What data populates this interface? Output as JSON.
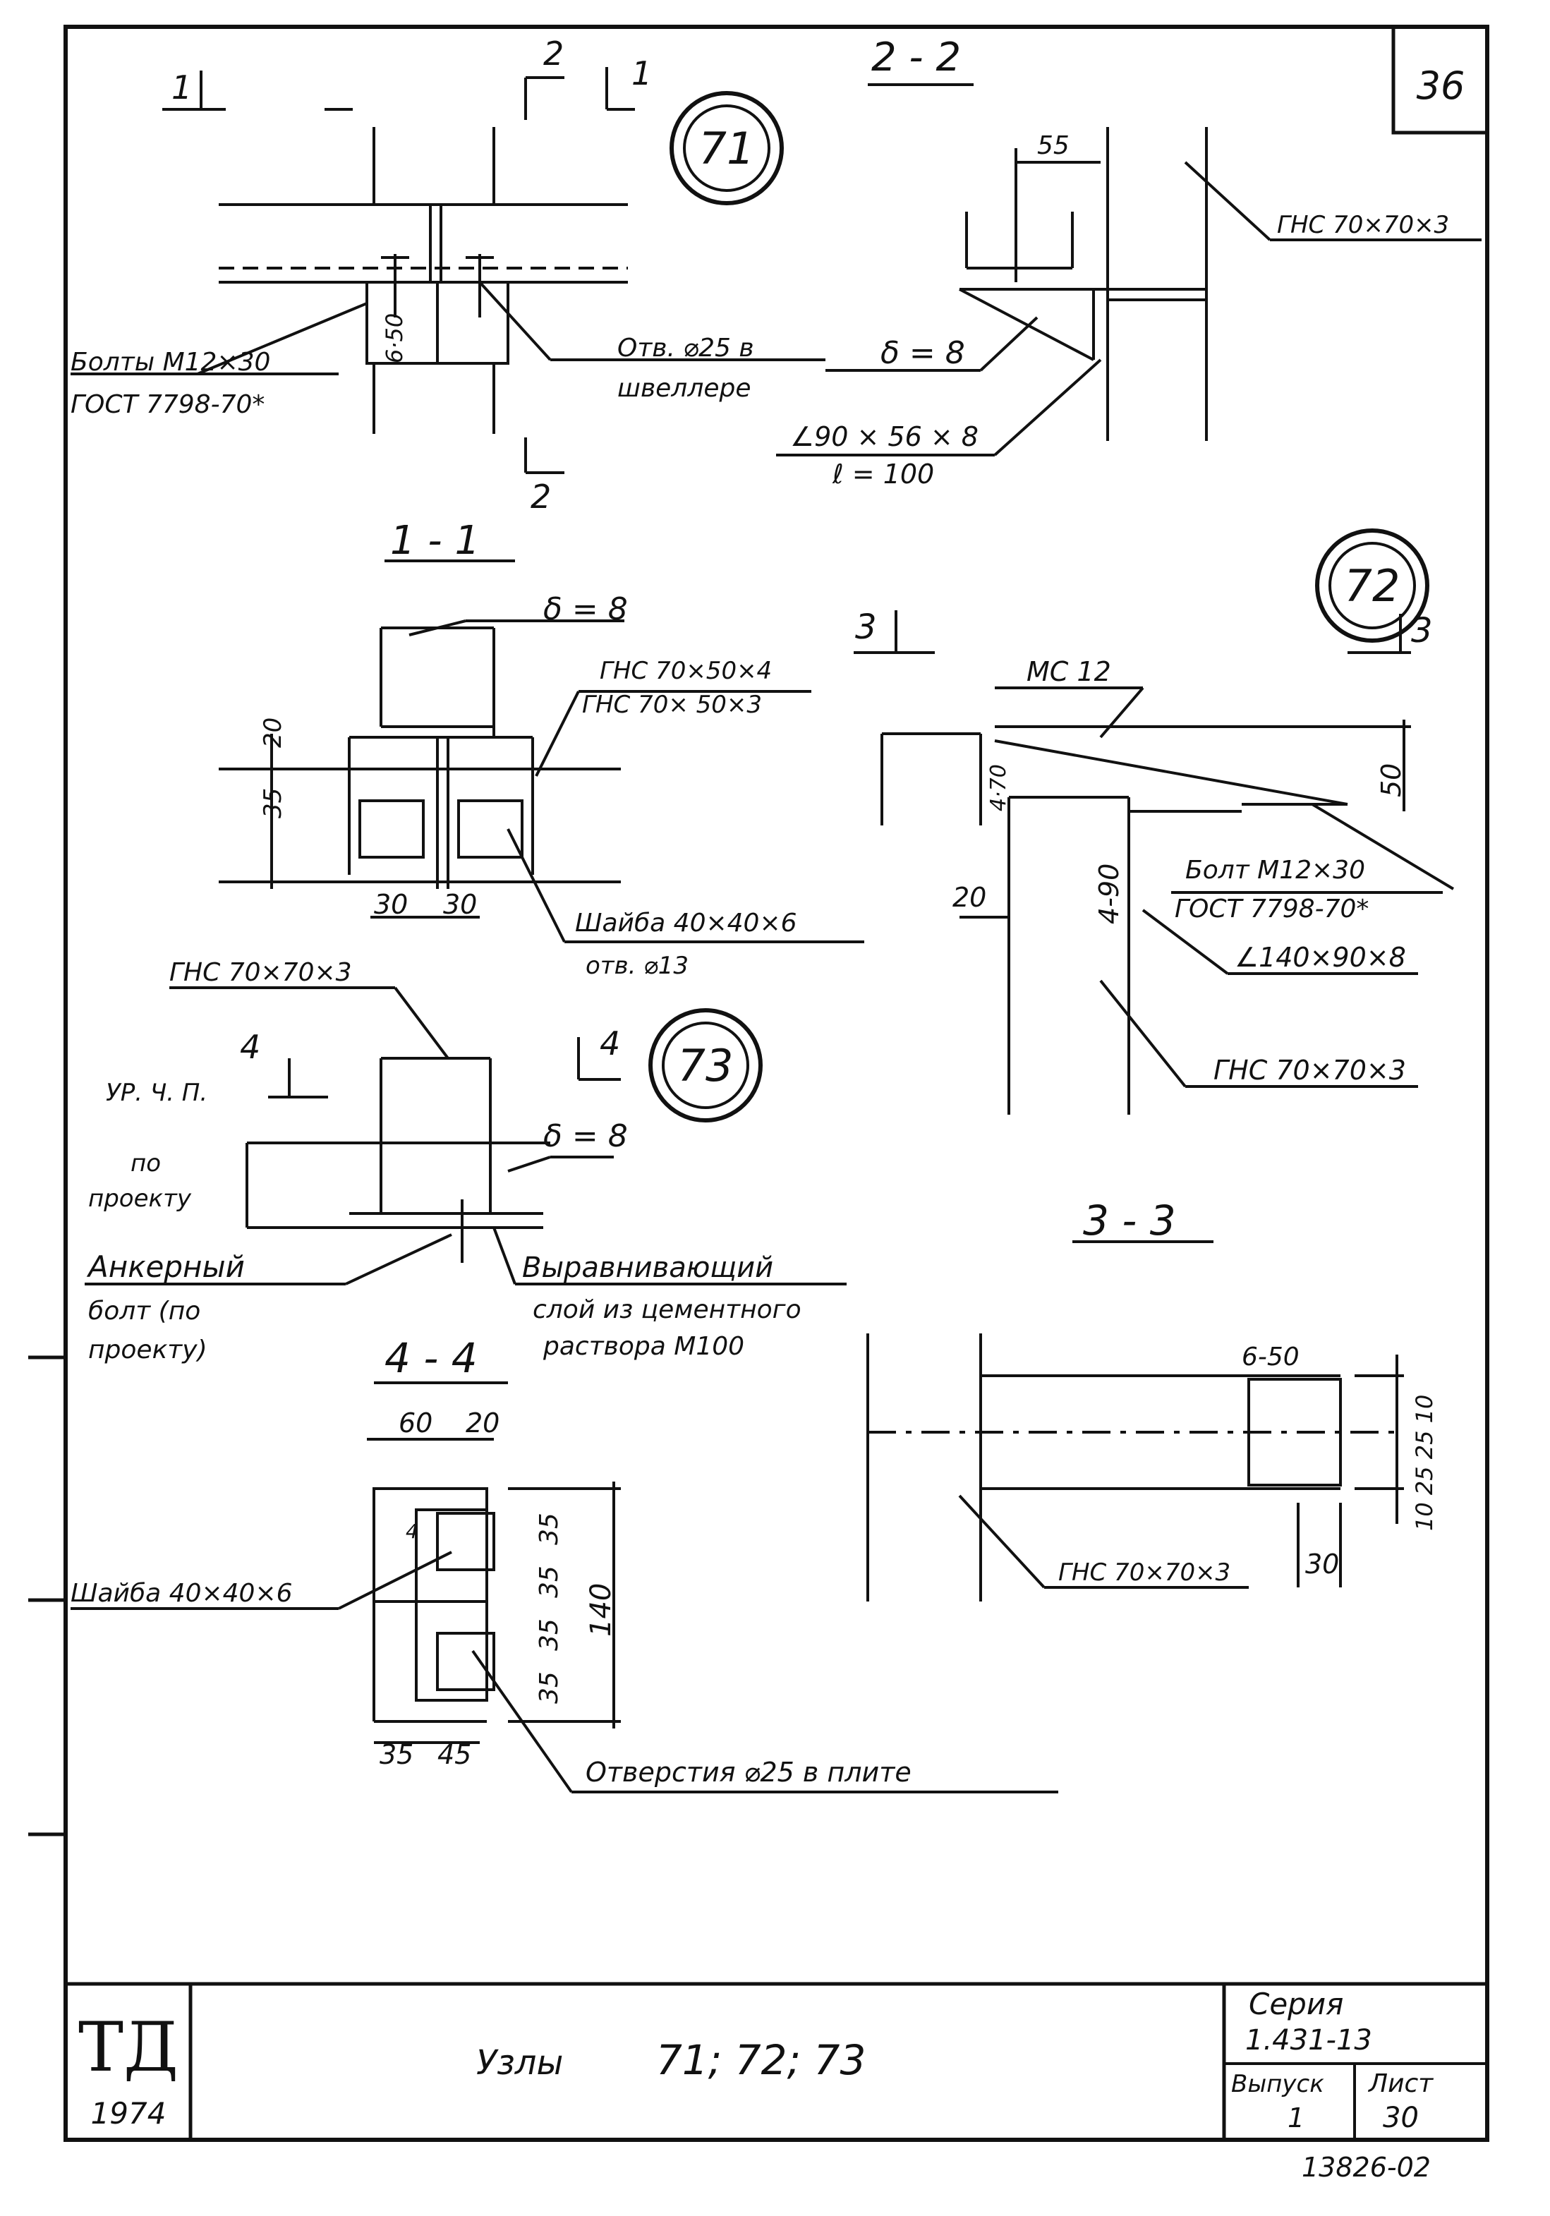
{
  "sheet": {
    "number_corner": "36",
    "inventory_number": "13826-02"
  },
  "title_block": {
    "logo": "ТД",
    "year": "1974",
    "title": "Узлы",
    "nodes": "71; 72; 73",
    "series_label": "Серия",
    "series_value": "1.431-13",
    "issue_label": "Выпуск",
    "issue_value": "1",
    "sheet_label": "Лист",
    "sheet_value": "30"
  },
  "node71": {
    "id": "71",
    "cut1_left": "1",
    "cut2_top": "2",
    "cut1_right": "1",
    "cut2_bottom": "2",
    "bolts_line1": "Болты М12×30",
    "bolts_line2": "ГОСТ 7798-70*",
    "hole_line1": "Отв. ⌀25 в",
    "hole_line2": "швеллере",
    "pitch": "6·50"
  },
  "section22": {
    "title": "2 - 2",
    "dim_55": "55",
    "ghs": "ГНС 70×70×3",
    "delta": "δ = 8",
    "angle_line1": "∠90 × 56 × 8",
    "angle_line2": "ℓ = 100"
  },
  "section11": {
    "title": "1 - 1",
    "delta": "δ = 8",
    "ghs1": "ГНС 70×50×4",
    "ghs2": "ГНС 70× 50×3",
    "dim_20": "20",
    "dim_35": "35",
    "dim_30a": "30",
    "dim_30b": "30",
    "washer": "Шайба 40×40×6",
    "hole": "отв. ⌀13"
  },
  "node72": {
    "id": "72",
    "cut3_left": "3",
    "cut3_right": "3",
    "mc": "МС 12",
    "dim_50": "50",
    "dim_4_70": "4·70",
    "dim_4_90": "4-90",
    "dim_20": "20",
    "bolt_line1": "Болт М12×30",
    "bolt_line2": "ГОСТ 7798-70*",
    "angle": "∠140×90×8",
    "ghs": "ГНС 70×70×3"
  },
  "node73": {
    "id": "73",
    "ghs": "ГНС 70×70×3",
    "cut4_left": "4",
    "cut4_right": "4",
    "floor_level": "УР. Ч. П.",
    "project_line1": "по",
    "project_line2": "проекту",
    "delta": "δ = 8",
    "anchor_line1": "Анкерный",
    "anchor_line2": "болт (по",
    "anchor_line3": "проекту)",
    "layer_line1": "Выравнивающий",
    "layer_line2": "слой из цементного",
    "layer_line3": "раствора М100"
  },
  "section33": {
    "title": "3 - 3",
    "pitch": "6-50",
    "dims_right": "10 25 25 10",
    "dim_30": "30",
    "ghs": "ГНС 70×70×3"
  },
  "section44": {
    "title": "4 - 4",
    "dim_60": "60",
    "dim_20": "20",
    "dim_35a": "35",
    "dim_35b": "35",
    "dim_35c": "35",
    "dim_35d": "35",
    "dim_140": "140",
    "dim_35_bottom": "35",
    "dim_45_bottom": "45",
    "dim_4": "4",
    "washer": "Шайба 40×40×6",
    "holes": "Отверстия ⌀25 в плите"
  }
}
